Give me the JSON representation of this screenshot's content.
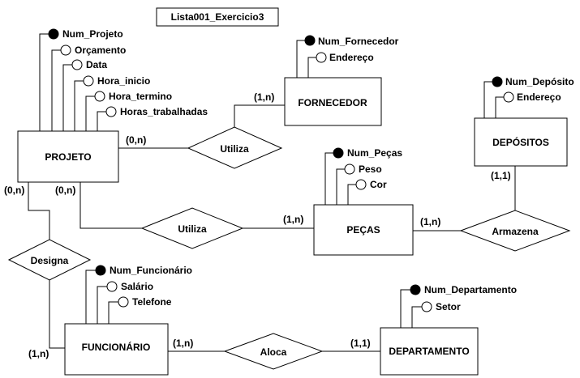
{
  "title": "Lista001_Exercicio3",
  "entities": {
    "projeto": "PROJETO",
    "fornecedor": "FORNECEDOR",
    "depositos": "DEPÓSITOS",
    "pecas": "PEÇAS",
    "funcionario": "FUNCIONÁRIO",
    "departamento": "DEPARTAMENTO"
  },
  "relationships": {
    "utiliza_fornecedor": "Utiliza",
    "utiliza_pecas": "Utiliza",
    "armazena": "Armazena",
    "designa": "Designa",
    "aloca": "Aloca"
  },
  "attributes": {
    "projeto": [
      {
        "name": "Num_Projeto",
        "key": true
      },
      {
        "name": "Orçamento",
        "key": false
      },
      {
        "name": "Data",
        "key": false
      },
      {
        "name": "Hora_inicio",
        "key": false
      },
      {
        "name": "Hora_termino",
        "key": false
      },
      {
        "name": "Horas_trabalhadas",
        "key": false
      }
    ],
    "fornecedor": [
      {
        "name": "Num_Fornecedor",
        "key": true
      },
      {
        "name": "Endereço",
        "key": false
      }
    ],
    "depositos": [
      {
        "name": "Num_Depósito",
        "key": true
      },
      {
        "name": "Endereço",
        "key": false
      }
    ],
    "pecas": [
      {
        "name": "Num_Peças",
        "key": true
      },
      {
        "name": "Peso",
        "key": false
      },
      {
        "name": "Cor",
        "key": false
      }
    ],
    "funcionario": [
      {
        "name": "Num_Funcionário",
        "key": true
      },
      {
        "name": "Salário",
        "key": false
      },
      {
        "name": "Telefone",
        "key": false
      }
    ],
    "departamento": [
      {
        "name": "Num_Departamento",
        "key": true
      },
      {
        "name": "Setor",
        "key": false
      }
    ]
  },
  "cardinalities": {
    "projeto_utiliza_forn": "(0,n)",
    "fornecedor_utiliza": "(1,n)",
    "projeto_designa": "(0,n)",
    "projeto_utiliza_pecas": "(0,n)",
    "pecas_utiliza": "(1,n)",
    "pecas_armazena": "(1,n)",
    "depositos_armazena": "(1,1)",
    "funcionario_designa": "(1,n)",
    "funcionario_aloca": "(1,n)",
    "departamento_aloca": "(1,1)"
  }
}
